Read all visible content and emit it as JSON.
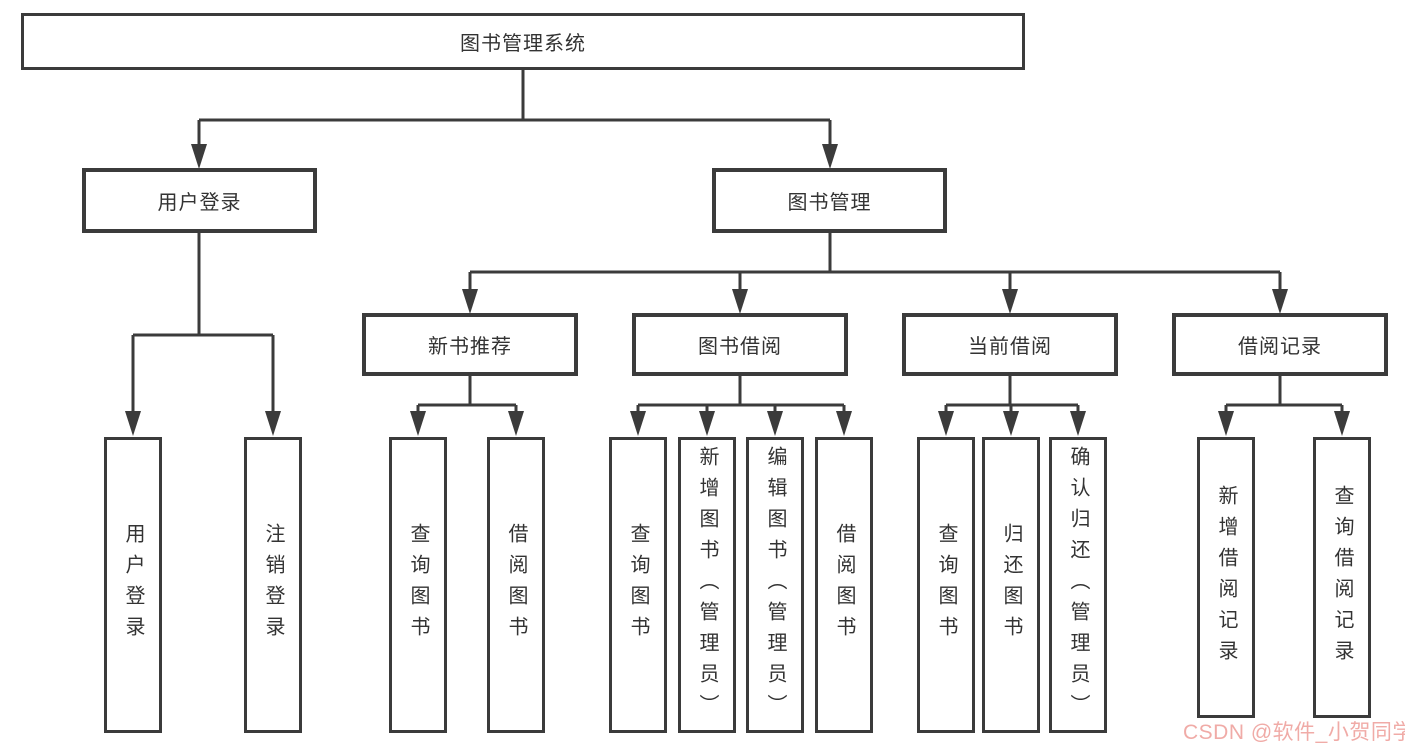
{
  "tree": {
    "label": "图书管理系统",
    "children": [
      {
        "label": "用户登录",
        "children": [
          {
            "label": "用户登录"
          },
          {
            "label": "注销登录"
          }
        ]
      },
      {
        "label": "图书管理",
        "children": [
          {
            "label": "新书推荐",
            "children": [
              {
                "label": "查询图书"
              },
              {
                "label": "借阅图书"
              }
            ]
          },
          {
            "label": "图书借阅",
            "children": [
              {
                "label": "查询图书"
              },
              {
                "label": "新增图书（管理员）"
              },
              {
                "label": "编辑图书（管理员）"
              },
              {
                "label": "借阅图书"
              }
            ]
          },
          {
            "label": "当前借阅",
            "children": [
              {
                "label": "查询图书"
              },
              {
                "label": "归还图书"
              },
              {
                "label": "确认归还（管理员）"
              }
            ]
          },
          {
            "label": "借阅记录",
            "children": [
              {
                "label": "新增借阅记录"
              },
              {
                "label": "查询借阅记录"
              }
            ]
          }
        ]
      }
    ]
  },
  "watermark": {
    "text": "CSDN @软件_小贺同学",
    "color": "#f0aba7"
  },
  "colors": {
    "line": "#3b3b3b",
    "text": "#333333",
    "background": "#ffffff"
  }
}
